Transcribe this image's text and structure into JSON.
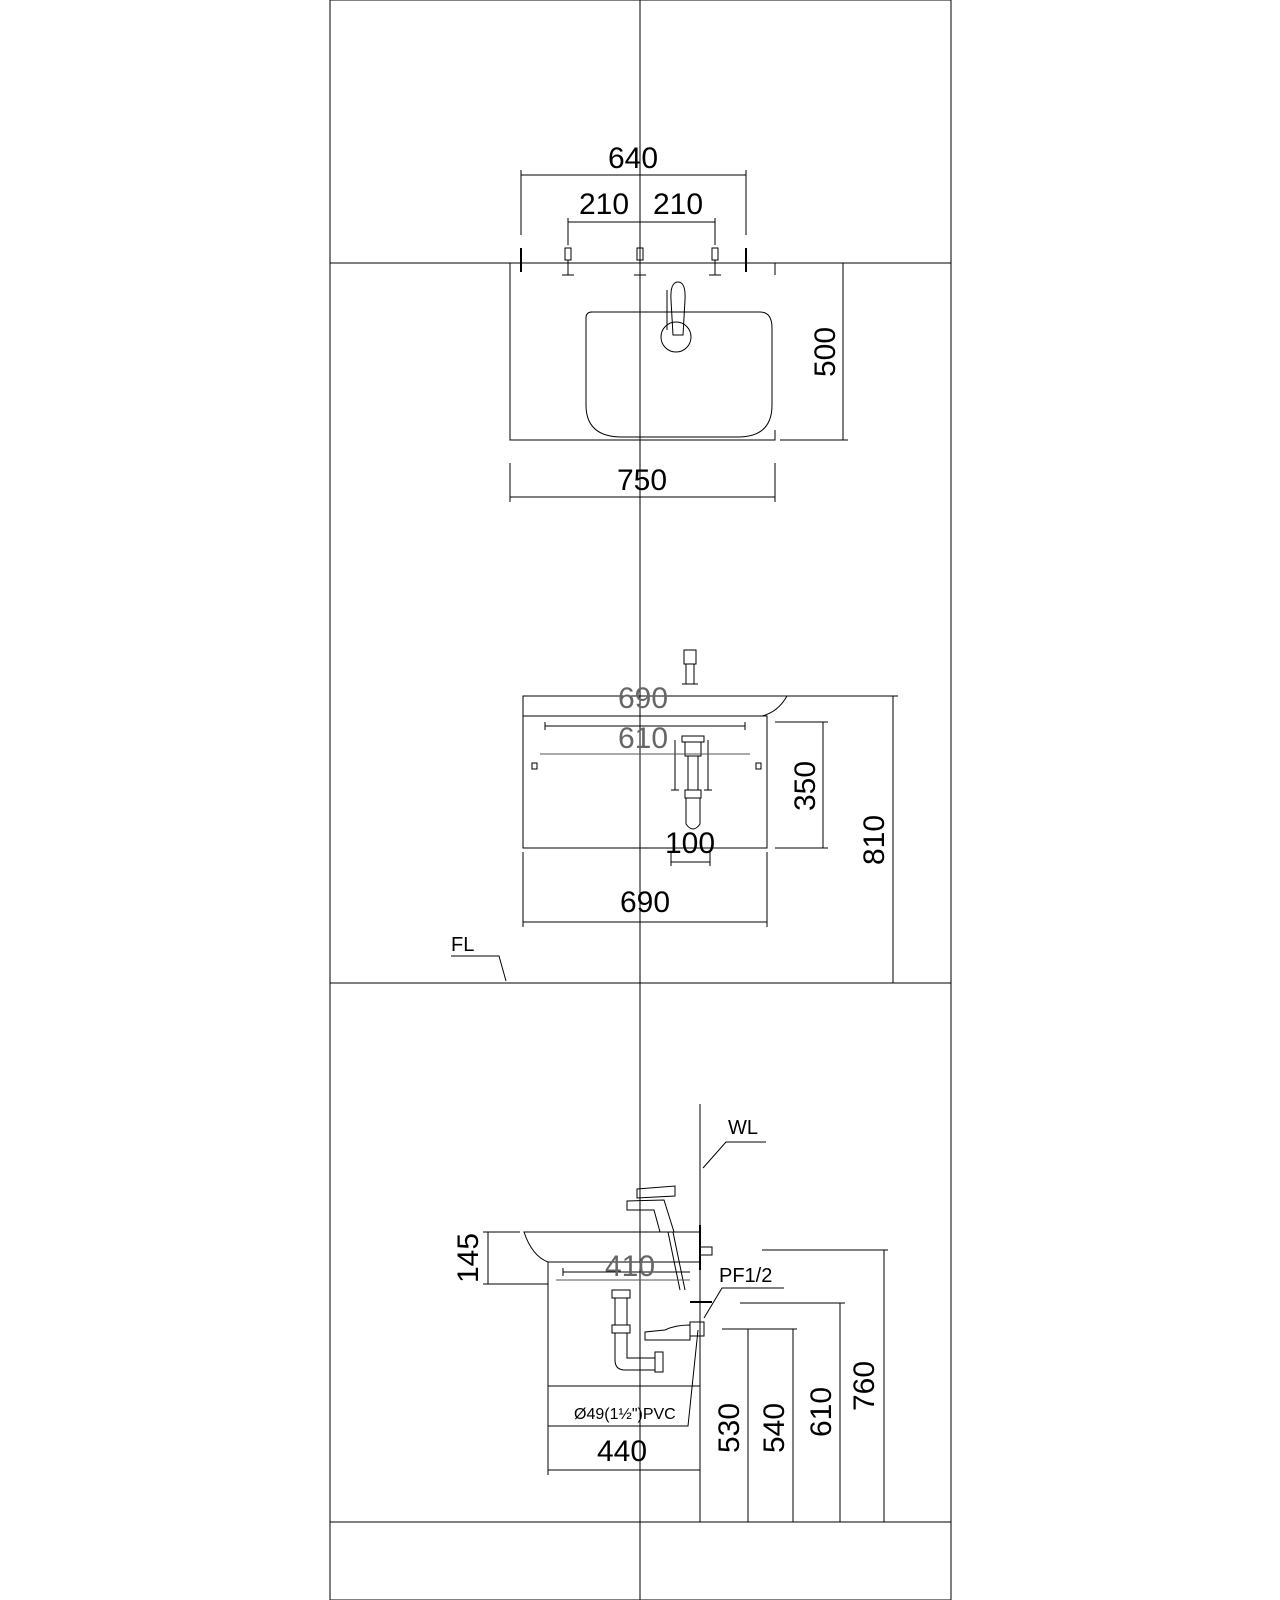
{
  "drawing": {
    "title": "Vanity basin cabinet installation drawing",
    "top_view": {
      "dim_overall_width": "640",
      "dim_left_offset": "210",
      "dim_right_offset": "210",
      "dim_depth": "500",
      "dim_counter_width": "750"
    },
    "front_view": {
      "dim_top_width": "690",
      "dim_inner_width": "610",
      "dim_cabinet_height": "350",
      "dim_drain_offset": "100",
      "dim_total_height": "810",
      "dim_bottom_width": "690",
      "floor_label": "FL"
    },
    "side_view": {
      "wall_label": "WL",
      "dim_basin_height": "145",
      "dim_inner_depth": "410",
      "supply_label": "PF1/2",
      "pipe_label": "Ø49(1½\")PVC",
      "dim_depth": "440",
      "dim_h530": "530",
      "dim_h540": "540",
      "dim_h610": "610",
      "dim_h760": "760"
    }
  }
}
